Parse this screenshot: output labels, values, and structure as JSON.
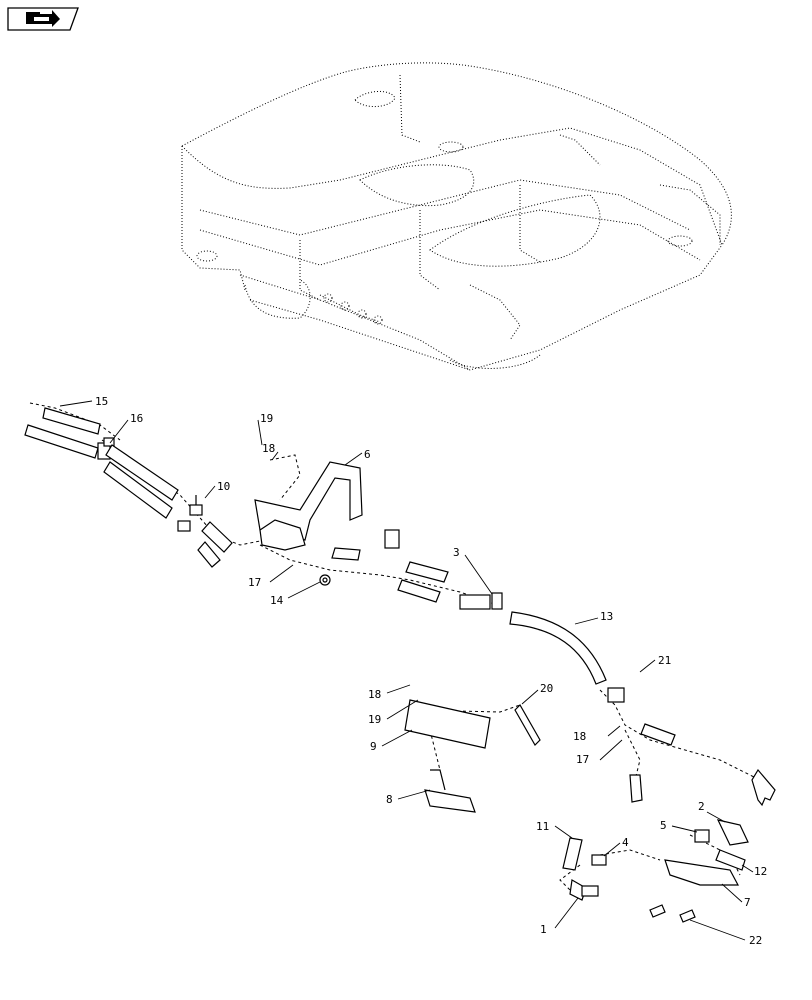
{
  "toolbar": {
    "nav_icon": "next-page-arrow-icon"
  },
  "callouts": [
    {
      "id": "15",
      "label": "15"
    },
    {
      "id": "16",
      "label": "16"
    },
    {
      "id": "19a",
      "label": "19"
    },
    {
      "id": "18a",
      "label": "18"
    },
    {
      "id": "6",
      "label": "6"
    },
    {
      "id": "10",
      "label": "10"
    },
    {
      "id": "17a",
      "label": "17"
    },
    {
      "id": "14",
      "label": "14"
    },
    {
      "id": "3",
      "label": "3"
    },
    {
      "id": "13",
      "label": "13"
    },
    {
      "id": "21",
      "label": "21"
    },
    {
      "id": "18b",
      "label": "18"
    },
    {
      "id": "20",
      "label": "20"
    },
    {
      "id": "19b",
      "label": "19"
    },
    {
      "id": "9",
      "label": "9"
    },
    {
      "id": "18c",
      "label": "18"
    },
    {
      "id": "17b",
      "label": "17"
    },
    {
      "id": "8",
      "label": "8"
    },
    {
      "id": "2",
      "label": "2"
    },
    {
      "id": "5",
      "label": "5"
    },
    {
      "id": "11",
      "label": "11"
    },
    {
      "id": "4",
      "label": "4"
    },
    {
      "id": "12",
      "label": "12"
    },
    {
      "id": "7",
      "label": "7"
    },
    {
      "id": "1",
      "label": "1"
    },
    {
      "id": "22",
      "label": "22"
    }
  ]
}
